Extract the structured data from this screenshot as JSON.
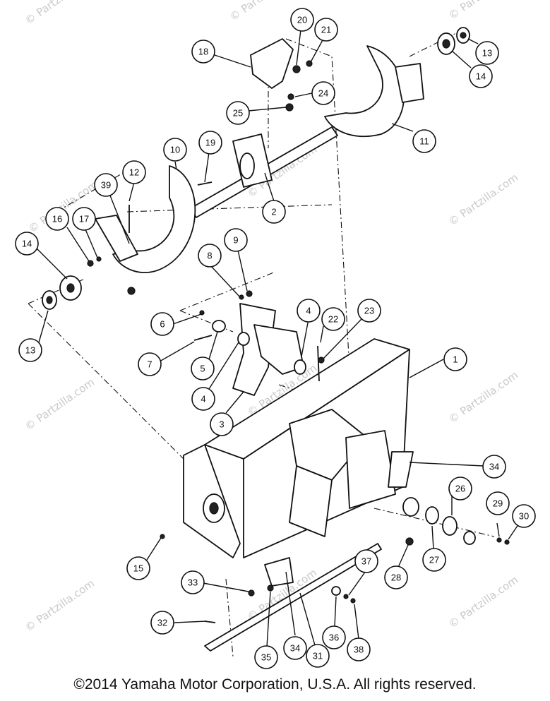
{
  "watermark": "© Partzilla.com",
  "copyright": "©2014 Yamaha Motor Corporation, U.S.A. All rights reserved.",
  "callouts": [
    "1",
    "2",
    "3",
    "4",
    "4",
    "5",
    "6",
    "7",
    "8",
    "9",
    "10",
    "11",
    "12",
    "13",
    "13",
    "14",
    "14",
    "15",
    "16",
    "17",
    "18",
    "19",
    "20",
    "21",
    "22",
    "23",
    "24",
    "25",
    "26",
    "27",
    "28",
    "29",
    "30",
    "31",
    "32",
    "33",
    "34",
    "34",
    "35",
    "36",
    "37",
    "38",
    "39"
  ]
}
